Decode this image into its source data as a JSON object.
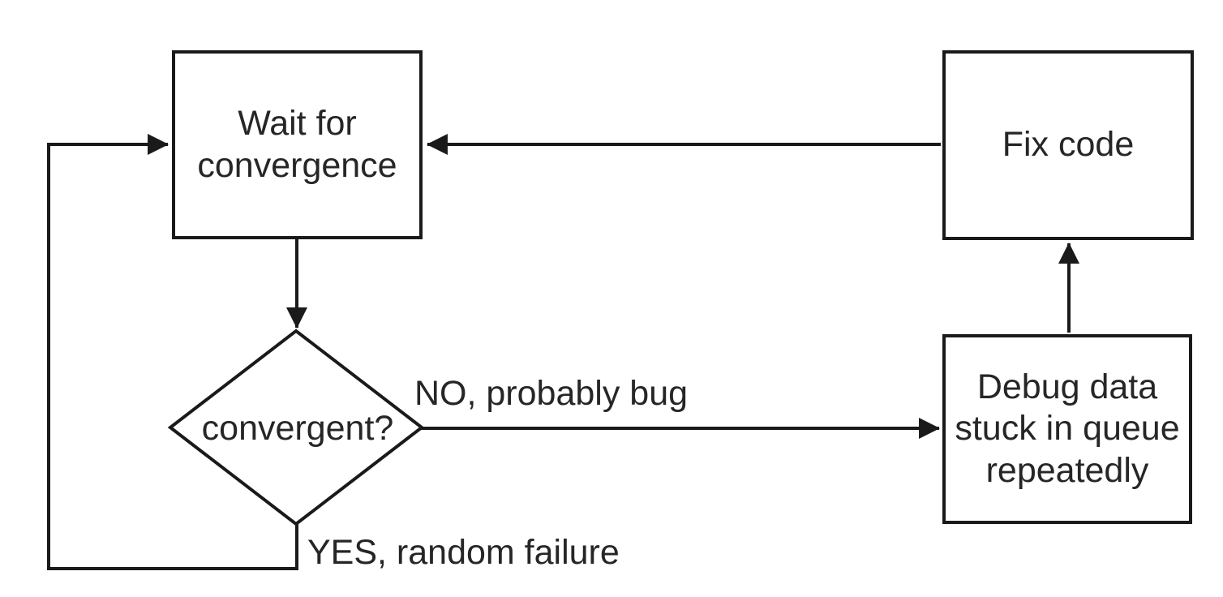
{
  "diagram": {
    "type": "flowchart",
    "background_color": "#ffffff",
    "stroke_color": "#1a1a1a",
    "text_color": "#262626",
    "nodes": {
      "wait": {
        "label": "Wait for convergence",
        "shape": "rectangle"
      },
      "fix": {
        "label": "Fix code",
        "shape": "rectangle"
      },
      "debug": {
        "label": "Debug data stuck in queue repeatedly",
        "shape": "rectangle"
      },
      "decision": {
        "label": "convergent?",
        "shape": "diamond"
      }
    },
    "edges": [
      {
        "from": "fix",
        "to": "wait",
        "label": ""
      },
      {
        "from": "wait",
        "to": "decision",
        "label": ""
      },
      {
        "from": "decision",
        "to": "debug",
        "label": "NO, probably bug"
      },
      {
        "from": "debug",
        "to": "fix",
        "label": ""
      },
      {
        "from": "decision",
        "to": "wait",
        "label": "YES, random failure"
      }
    ]
  }
}
